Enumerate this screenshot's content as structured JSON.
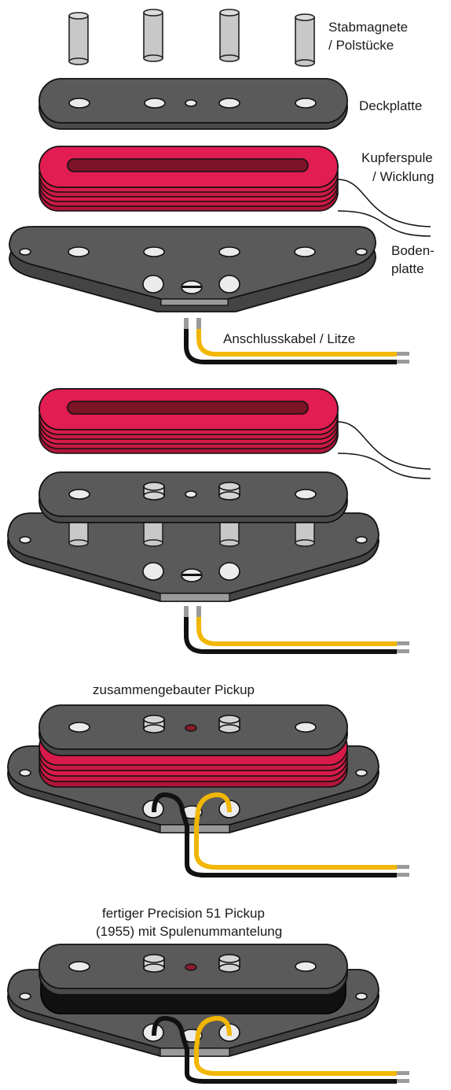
{
  "labels": {
    "pole_pieces_line1": "Stabmagnete",
    "pole_pieces_line2": "/ Polstücke",
    "top_plate": "Deckplatte",
    "coil_line1": "Kupferspule",
    "coil_line2": "/ Wicklung",
    "base_plate_line1": "Boden-",
    "base_plate_line2": "platte",
    "lead_wire": "Anschlusskabel / Litze",
    "assembled_title": "zusammengebauter Pickup",
    "finished_title_line1": "fertiger Precision 51 Pickup",
    "finished_title_line2": "(1955) mit Spulenummantelung"
  },
  "colors": {
    "plate": "#5a5a5a",
    "plate_edge": "#3f3f3f",
    "coil_red": "#d81b4a",
    "coil_dark": "#7a1426",
    "magnet": "#c8c8c8",
    "wire_yellow": "#f2b705",
    "wire_black": "#111111",
    "wire_tip": "#9a9a9a",
    "hole": "#ebebeb"
  }
}
